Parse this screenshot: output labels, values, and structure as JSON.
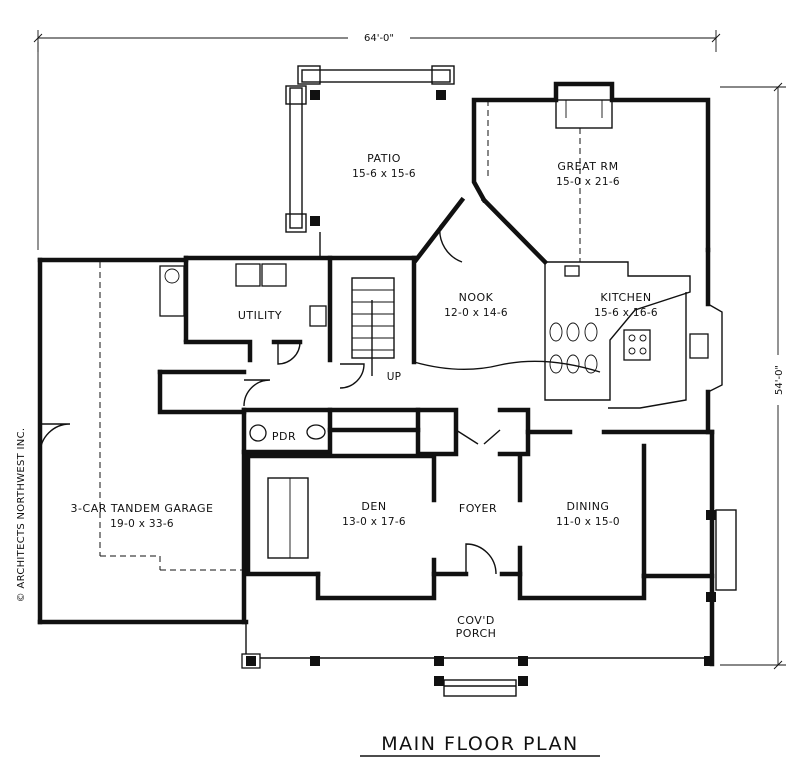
{
  "title": "MAIN FLOOR PLAN",
  "overall_width": "64'-0\"",
  "overall_depth": "54'-0\"",
  "copyright": "© ARCHITECTS NORTHWEST INC.",
  "rooms": {
    "patio": {
      "name": "PATIO",
      "dims": "15-6 x 15-6"
    },
    "great_rm": {
      "name": "GREAT RM",
      "dims": "15-0 x 21-6"
    },
    "nook": {
      "name": "NOOK",
      "dims": "12-0 x 14-6"
    },
    "kitchen": {
      "name": "KITCHEN",
      "dims": "15-6 x 16-6"
    },
    "utility": {
      "name": "UTILITY"
    },
    "garage": {
      "name": "3-CAR TANDEM GARAGE",
      "dims": "19-0 x 33-6"
    },
    "pdr": {
      "name": "PDR"
    },
    "den": {
      "name": "DEN",
      "dims": "13-0 x 17-6"
    },
    "foyer": {
      "name": "FOYER"
    },
    "dining": {
      "name": "DINING",
      "dims": "11-0 x 15-0"
    },
    "porch": {
      "name": "COV'D",
      "name2": "PORCH"
    }
  },
  "stair_label": "UP"
}
